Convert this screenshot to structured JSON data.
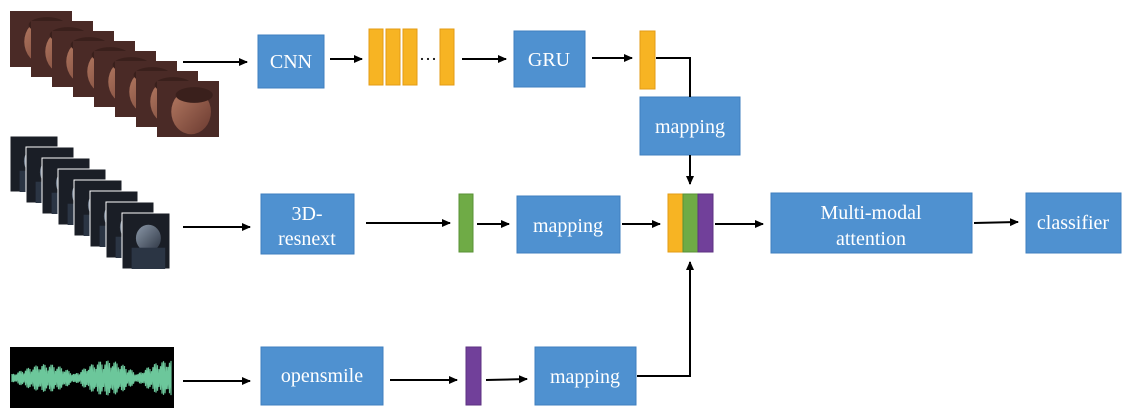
{
  "colors": {
    "box_fill": "#4f91d0",
    "box_stroke": "#3f7fbf",
    "box_text": "#ffffff",
    "feature_orange": "#f7b423",
    "feature_green": "#6fab46",
    "feature_purple": "#71409a",
    "arrow": "#000000",
    "waveform": "#6cc79b"
  },
  "icons": {
    "face_frames": "face-frames-icon",
    "video_frames": "video-frames-icon",
    "waveform": "audio-waveform-icon"
  },
  "boxes": {
    "cnn": "CNN",
    "gru": "GRU",
    "mapping_top": "mapping",
    "resnext_line1": "3D-",
    "resnext_line2": "resnext",
    "mapping_mid": "mapping",
    "opensmile": "opensmile",
    "mapping_bottom": "mapping",
    "attention_line1": "Multi-modal",
    "attention_line2": "attention",
    "classifier": "classifier"
  },
  "ellipsis": "···"
}
